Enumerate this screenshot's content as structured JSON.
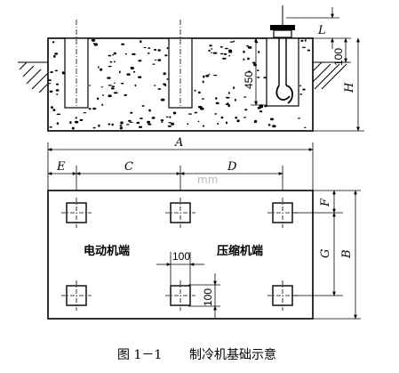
{
  "section_view": {
    "dims": {
      "L": "L",
      "d100": "100",
      "d450": "450",
      "H": "H"
    }
  },
  "plan_view": {
    "dims": {
      "A": "A",
      "E": "E",
      "C": "C",
      "D": "D",
      "F": "F",
      "G": "G",
      "B": "B",
      "w100": "100",
      "h100": "100"
    },
    "motor_end_label": "电动机端",
    "compressor_end_label": "压缩机端"
  },
  "watermark": "mm",
  "caption": {
    "number": "图 1－1",
    "title": "制冷机基础示意"
  }
}
